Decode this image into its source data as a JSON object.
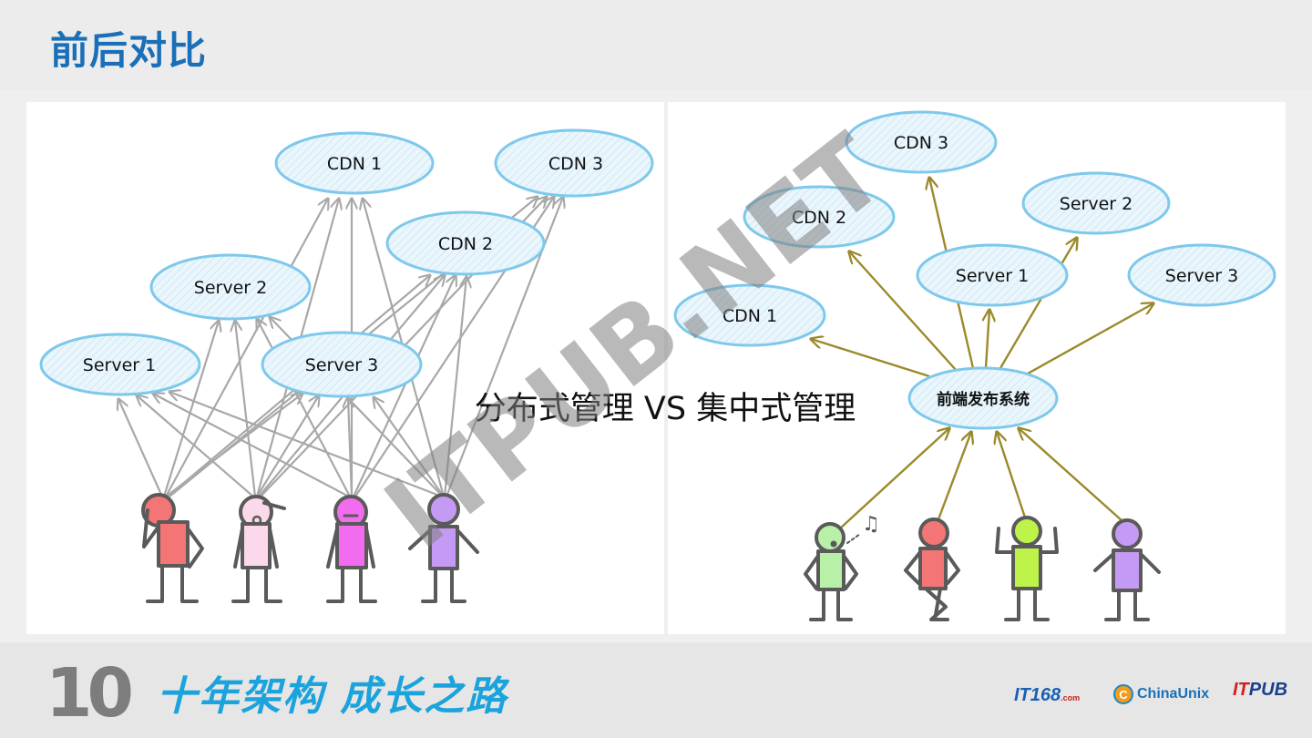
{
  "header": {
    "title": "前后对比"
  },
  "diagram": {
    "center_label": "分布式管理 VS 集中式管理",
    "watermark": "ITPUB.NET",
    "left": {
      "nodes": {
        "cdn1": "CDN 1",
        "cdn2": "CDN 2",
        "cdn3": "CDN 3",
        "server1": "Server 1",
        "server2": "Server 2",
        "server3": "Server 3"
      }
    },
    "right": {
      "nodes": {
        "cdn1": "CDN 1",
        "cdn2": "CDN 2",
        "cdn3": "CDN 3",
        "server1": "Server 1",
        "server2": "Server 2",
        "server3": "Server 3",
        "hub": "前端发布系统"
      },
      "music_note": "♫"
    },
    "colors": {
      "ellipse_stroke": "#7ec8ec",
      "ellipse_fill": "#dcf1fb",
      "left_arrow": "#a8a8a8",
      "right_arrow": "#9a8a2a"
    }
  },
  "footer": {
    "slogan": "十年架构 成长之路",
    "ten_logo": "10",
    "logos": {
      "it168": "IT168",
      "it168_suffix": ".com",
      "chinaunix": "ChinaUnix",
      "chinaunix_mark": "C",
      "itpub_it": "IT",
      "itpub_pub": "PUB"
    }
  }
}
